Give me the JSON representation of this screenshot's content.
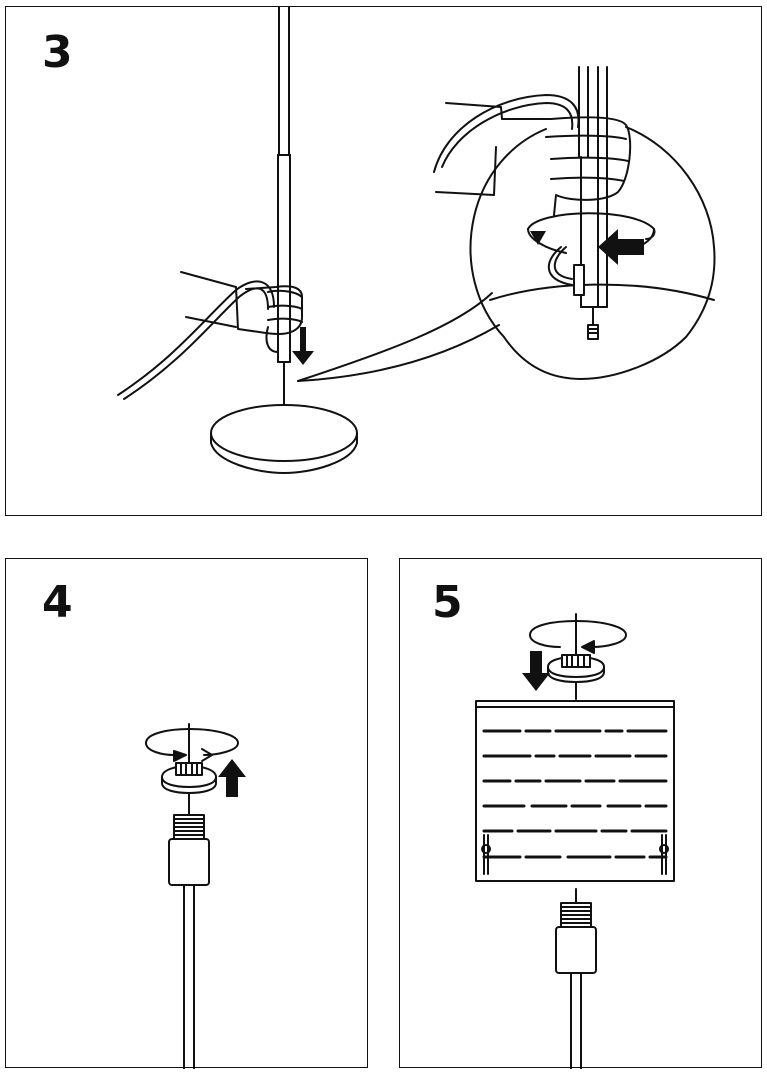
{
  "steps": [
    {
      "number": "3"
    },
    {
      "number": "4"
    },
    {
      "number": "5"
    }
  ]
}
